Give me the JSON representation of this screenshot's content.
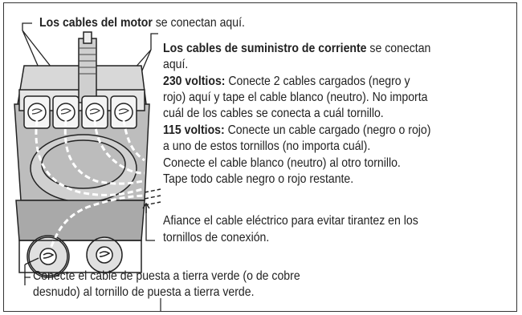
{
  "callouts": {
    "motor": {
      "bold": "Los cables del motor",
      "rest": " se conectan aquí."
    },
    "supply": {
      "bold": "Los cables de suministro de corriente",
      "rest_line1": " se conectan",
      "line2": "aquí."
    },
    "v230": {
      "bold": "230 voltios:",
      "line1_rest": " Conecte 2 cables cargados (negro y",
      "line2": "rojo) aquí y tape el cable blanco (neutro). No importa",
      "line3": "cuál de los cables se conecta a cuál tornillo."
    },
    "v115": {
      "bold": "115 voltios:",
      "line1_rest": " Conecte un cable cargado (negro o rojo)",
      "line2": "a uno de estos tornillos (no importa cuál).",
      "line3": "Conecte el cable blanco (neutro) al otro tornillo.",
      "line4": "Tape todo cable negro o rojo restante."
    },
    "strain": {
      "line1": "Afiance el cable eléctrico para evitar tirantez en los",
      "line2": "tornillos de conexión."
    },
    "ground": {
      "line1": "Conecte el cable de puesta a tierra verde (o de cobre",
      "line2": "desnudo) al tornillo de puesta a tierra verde."
    }
  }
}
